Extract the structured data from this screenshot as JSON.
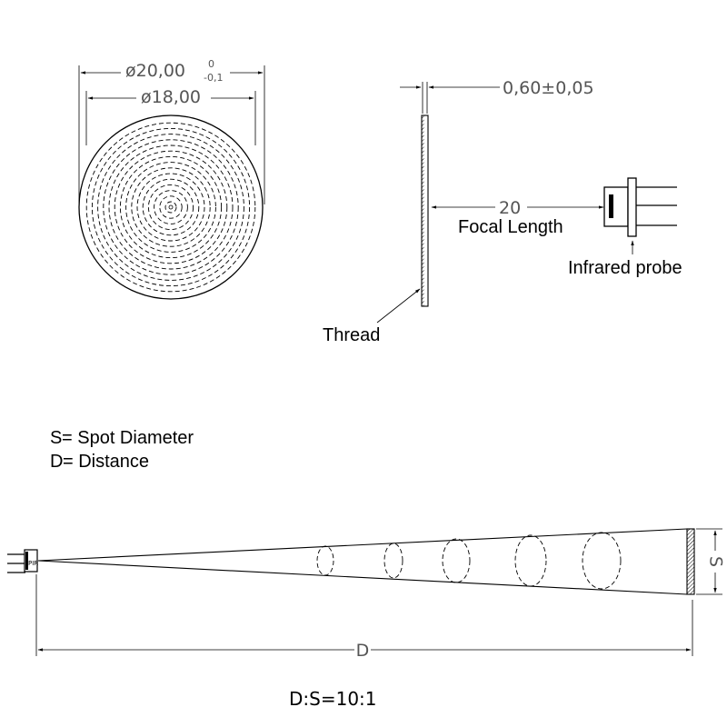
{
  "lens_front_view": {
    "outer_diameter": "ø20,00",
    "outer_tolerance_upper": "0",
    "outer_tolerance_lower": "-0,1",
    "inner_diameter": "ø18,00"
  },
  "lens_side_view": {
    "thickness": "0,60±0,05",
    "focal_distance": "20",
    "focal_length_label": "Focal Length",
    "thread_label": "Thread",
    "probe_label": "Infrared probe"
  },
  "legend": {
    "spot_letter": "S",
    "spot_text": "= Spot Diameter",
    "distance_letter": "D",
    "distance_text": "= Distance"
  },
  "cone_view": {
    "distance_label": "D",
    "spot_label": "S",
    "sensor_marking": "PIR"
  },
  "ratio": "D:S=10:1"
}
